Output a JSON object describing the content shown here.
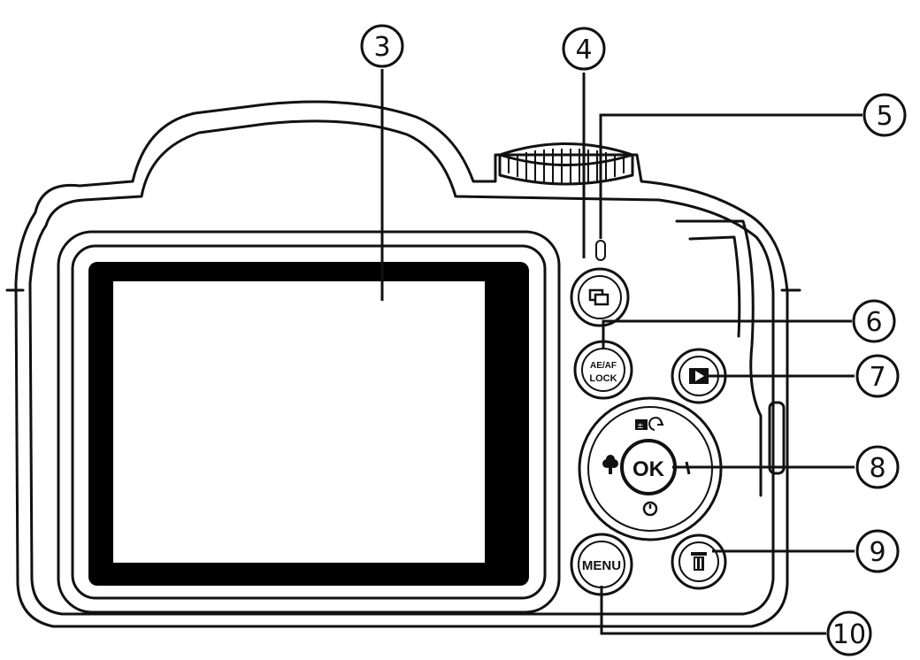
{
  "callouts": [
    {
      "id": "3",
      "label": "3"
    },
    {
      "id": "4",
      "label": "4"
    },
    {
      "id": "5",
      "label": "5"
    },
    {
      "id": "6",
      "label": "6"
    },
    {
      "id": "7",
      "label": "7"
    },
    {
      "id": "8",
      "label": "8"
    },
    {
      "id": "9",
      "label": "9"
    },
    {
      "id": "10",
      "label": "10"
    }
  ],
  "buttons": {
    "ae_af_line1": "AE/AF",
    "ae_af_line2": "LOCK",
    "ok": "OK",
    "menu": "MENU"
  },
  "icons": {
    "burst": "burst-mode-icon",
    "playback": "playback-icon",
    "delete": "trash-icon",
    "exposure": "exposure-compensation-icon",
    "macro": "macro-flower-icon",
    "flash": "flash-icon",
    "timer": "self-timer-icon"
  },
  "colors": {
    "line": "#111111",
    "screen": "#000000",
    "background": "#ffffff"
  }
}
